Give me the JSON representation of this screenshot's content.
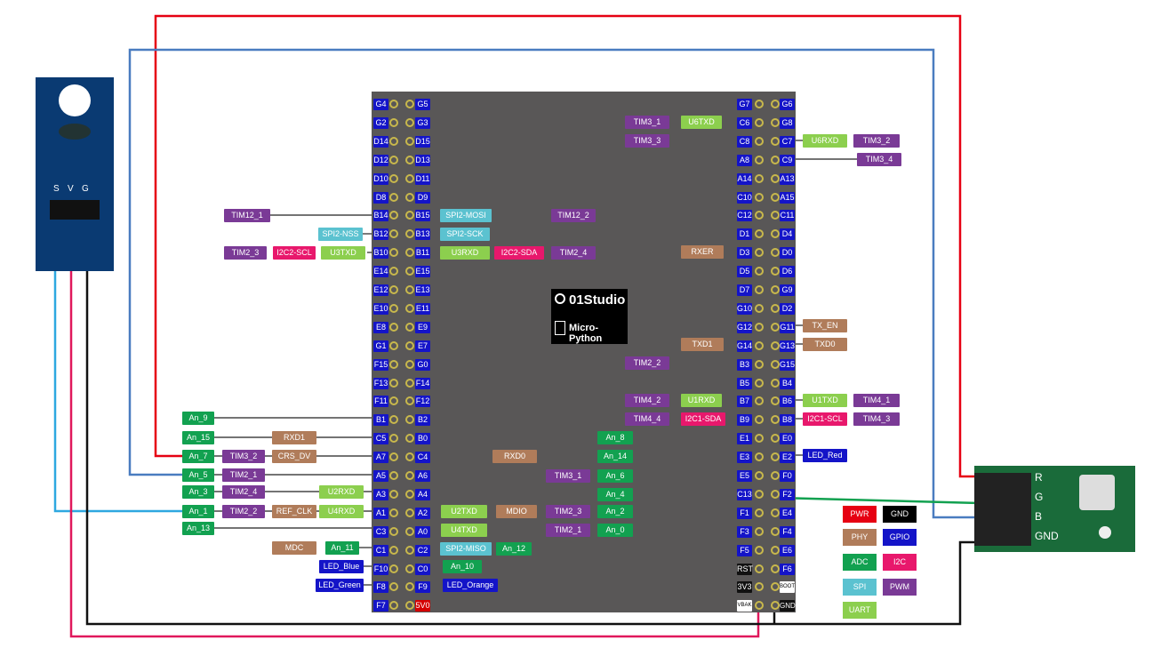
{
  "board": {
    "logo_text": "01Studio",
    "logo_sub": "Micro-Python",
    "left_pins": [
      [
        "G4",
        "G5"
      ],
      [
        "G2",
        "G3"
      ],
      [
        "D14",
        "D15"
      ],
      [
        "D12",
        "D13"
      ],
      [
        "D10",
        "D11"
      ],
      [
        "D8",
        "D9"
      ],
      [
        "B14",
        "B15"
      ],
      [
        "B12",
        "B13"
      ],
      [
        "B10",
        "B11"
      ],
      [
        "E14",
        "E15"
      ],
      [
        "E12",
        "E13"
      ],
      [
        "E10",
        "E11"
      ],
      [
        "E8",
        "E9"
      ],
      [
        "G1",
        "E7"
      ],
      [
        "F15",
        "G0"
      ],
      [
        "F13",
        "F14"
      ],
      [
        "F11",
        "F12"
      ],
      [
        "B1",
        "B2"
      ],
      [
        "C5",
        "B0"
      ],
      [
        "A7",
        "C4"
      ],
      [
        "A5",
        "A6"
      ],
      [
        "A3",
        "A4"
      ],
      [
        "A1",
        "A2"
      ],
      [
        "C3",
        "A0"
      ],
      [
        "C1",
        "C2"
      ],
      [
        "F10",
        "C0"
      ],
      [
        "F8",
        "F9"
      ],
      [
        "F7",
        "5V0"
      ]
    ],
    "right_pins": [
      [
        "G7",
        "G6"
      ],
      [
        "C6",
        "G8"
      ],
      [
        "C8",
        "C7"
      ],
      [
        "A8",
        "C9"
      ],
      [
        "A14",
        "A13"
      ],
      [
        "C10",
        "A15"
      ],
      [
        "C12",
        "C11"
      ],
      [
        "D1",
        "D4"
      ],
      [
        "D3",
        "D0"
      ],
      [
        "D5",
        "D6"
      ],
      [
        "D7",
        "G9"
      ],
      [
        "G10",
        "D2"
      ],
      [
        "G12",
        "G11"
      ],
      [
        "G14",
        "G13"
      ],
      [
        "B3",
        "G15"
      ],
      [
        "B5",
        "B4"
      ],
      [
        "B7",
        "B6"
      ],
      [
        "B9",
        "B8"
      ],
      [
        "E1",
        "E0"
      ],
      [
        "E3",
        "E2"
      ],
      [
        "E5",
        "F0"
      ],
      [
        "C13",
        "F2"
      ],
      [
        "F1",
        "E4"
      ],
      [
        "F3",
        "F4"
      ],
      [
        "F5",
        "E6"
      ],
      [
        "RST",
        "F6"
      ],
      [
        "3V3",
        "BOOT"
      ],
      [
        "VBAK",
        "GND"
      ]
    ]
  },
  "labels": [
    {
      "t": "TIM12_1",
      "c": "pwm"
    },
    {
      "t": "SPI2-NSS",
      "c": "spi"
    },
    {
      "t": "TIM2_3",
      "c": "pwm"
    },
    {
      "t": "I2C2-SCL",
      "c": "i2c"
    },
    {
      "t": "U3TXD",
      "c": "uart"
    },
    {
      "t": "SPI2-MOSI",
      "c": "spi"
    },
    {
      "t": "TIM12_2",
      "c": "pwm"
    },
    {
      "t": "SPI2-SCK",
      "c": "spi"
    },
    {
      "t": "U3RXD",
      "c": "uart"
    },
    {
      "t": "I2C2-SDA",
      "c": "i2c"
    },
    {
      "t": "TIM2_4",
      "c": "pwm"
    },
    {
      "t": "An_9",
      "c": "adc"
    },
    {
      "t": "An_15",
      "c": "adc"
    },
    {
      "t": "RXD1",
      "c": "phy"
    },
    {
      "t": "An_7",
      "c": "adc"
    },
    {
      "t": "TIM3_2",
      "c": "pwm"
    },
    {
      "t": "CRS_DV",
      "c": "phy"
    },
    {
      "t": "An_5",
      "c": "adc"
    },
    {
      "t": "TIM2_1",
      "c": "pwm"
    },
    {
      "t": "An_3",
      "c": "adc"
    },
    {
      "t": "TIM2_4",
      "c": "pwm"
    },
    {
      "t": "U2RXD",
      "c": "uart"
    },
    {
      "t": "An_1",
      "c": "adc"
    },
    {
      "t": "TIM2_2",
      "c": "pwm"
    },
    {
      "t": "REF_CLK",
      "c": "phy"
    },
    {
      "t": "U4RXD",
      "c": "uart"
    },
    {
      "t": "An_13",
      "c": "adc"
    },
    {
      "t": "MDC",
      "c": "phy"
    },
    {
      "t": "An_11",
      "c": "adc"
    },
    {
      "t": "LED_Blue",
      "c": "gpio"
    },
    {
      "t": "LED_Green",
      "c": "gpio"
    },
    {
      "t": "An_8",
      "c": "adc"
    },
    {
      "t": "RXD0",
      "c": "phy"
    },
    {
      "t": "An_14",
      "c": "adc"
    },
    {
      "t": "TIM3_1",
      "c": "pwm"
    },
    {
      "t": "An_6",
      "c": "adc"
    },
    {
      "t": "An_4",
      "c": "adc"
    },
    {
      "t": "U2TXD",
      "c": "uart"
    },
    {
      "t": "MDIO",
      "c": "phy"
    },
    {
      "t": "TIM2_3",
      "c": "pwm"
    },
    {
      "t": "An_2",
      "c": "adc"
    },
    {
      "t": "U4TXD",
      "c": "uart"
    },
    {
      "t": "TIM2_1",
      "c": "pwm"
    },
    {
      "t": "An_0",
      "c": "adc"
    },
    {
      "t": "SPI2-MISO",
      "c": "spi"
    },
    {
      "t": "An_12",
      "c": "adc"
    },
    {
      "t": "An_10",
      "c": "adc"
    },
    {
      "t": "LED_Orange",
      "c": "gpio"
    },
    {
      "t": "TIM3_1",
      "c": "pwm"
    },
    {
      "t": "U6TXD",
      "c": "uart"
    },
    {
      "t": "TIM3_3",
      "c": "pwm"
    },
    {
      "t": "U6RXD",
      "c": "uart"
    },
    {
      "t": "TIM3_2",
      "c": "pwm"
    },
    {
      "t": "TIM3_4",
      "c": "pwm"
    },
    {
      "t": "RXER",
      "c": "phy"
    },
    {
      "t": "TX_EN",
      "c": "phy"
    },
    {
      "t": "TXD1",
      "c": "phy"
    },
    {
      "t": "TXD0",
      "c": "phy"
    },
    {
      "t": "TIM2_2",
      "c": "pwm"
    },
    {
      "t": "TIM4_2",
      "c": "pwm"
    },
    {
      "t": "U1RXD",
      "c": "uart"
    },
    {
      "t": "U1TXD",
      "c": "uart"
    },
    {
      "t": "TIM4_1",
      "c": "pwm"
    },
    {
      "t": "TIM4_4",
      "c": "pwm"
    },
    {
      "t": "I2C1-SDA",
      "c": "i2c"
    },
    {
      "t": "I2C1-SCL",
      "c": "i2c"
    },
    {
      "t": "TIM4_3",
      "c": "pwm"
    },
    {
      "t": "LED_Red",
      "c": "gpio"
    }
  ],
  "legend": [
    {
      "t": "PWR",
      "c": "pwr"
    },
    {
      "t": "GND",
      "c": "gnd"
    },
    {
      "t": "PHY",
      "c": "phy"
    },
    {
      "t": "GPIO",
      "c": "gpio"
    },
    {
      "t": "ADC",
      "c": "adc"
    },
    {
      "t": "I2C",
      "c": "i2c"
    },
    {
      "t": "SPI",
      "c": "spi"
    },
    {
      "t": "PWM",
      "c": "pwm"
    },
    {
      "t": "UART",
      "c": "uart"
    }
  ],
  "colors": {
    "pwm": "#7a3a96",
    "spi": "#5bc2d0",
    "i2c": "#e8186c",
    "uart": "#8ccf4e",
    "adc": "#12a150",
    "phy": "#b07c5a",
    "gpio": "#1414c8",
    "pwr": "#e60012",
    "gnd": "#000000",
    "wire_red": "#e60012",
    "wire_blue": "#4a7cc0",
    "wire_cyan": "#2ea8e0",
    "wire_pink": "#e0185c",
    "wire_black": "#111111",
    "wire_green": "#12a150"
  },
  "sensor": {
    "pins": [
      "S",
      "V",
      "G"
    ]
  },
  "rgb_module": {
    "pins": [
      "R",
      "G",
      "B",
      "GND"
    ]
  }
}
